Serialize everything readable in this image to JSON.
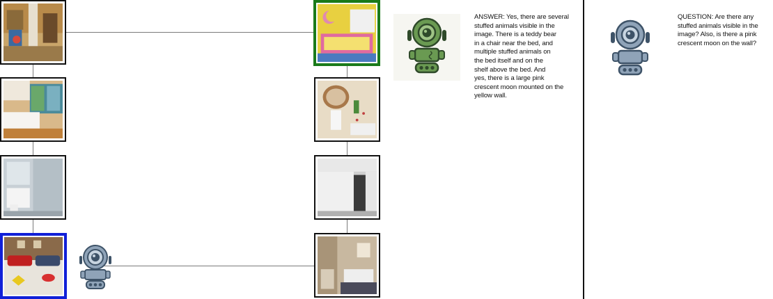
{
  "left_column": {
    "images": [
      {
        "name": "kids-playroom-photo"
      },
      {
        "name": "canopy-bedroom-photo"
      },
      {
        "name": "white-bathroom-photo"
      },
      {
        "name": "garage-cars-photo",
        "selected": "blue"
      }
    ]
  },
  "right_column": {
    "images": [
      {
        "name": "yellow-kids-bedroom-photo",
        "selected": "green"
      },
      {
        "name": "mirror-bathroom-photo"
      },
      {
        "name": "locker-room-photo"
      },
      {
        "name": "tiled-bathroom-photo"
      }
    ]
  },
  "answer_panel": {
    "robot_icon": "green-robot-icon",
    "text": "ANSWER: Yes, there are several stuffed animals visible in the image. There is a teddy bear in a chair near the bed, and multiple stuffed animals on the bed itself and on the shelf above the bed.  And yes, there is a large pink crescent moon mounted on the yellow wall.",
    "lines": [
      "ANSWER: Yes, there are several",
      "stuffed animals visible in the",
      "image. There is a teddy bear",
      "in a chair near the bed, and",
      "multiple stuffed animals on",
      "the bed itself and on the",
      "shelf above the bed.  And",
      "yes, there is a large pink",
      "crescent moon mounted on the",
      "yellow wall."
    ]
  },
  "question_panel": {
    "robot_icon": "blue-robot-icon",
    "lines": [
      "QUESTION: Are there any",
      "stuffed animals visible in the",
      "image? Also, is there a pink",
      "crescent moon on the wall?"
    ]
  },
  "colors": {
    "selected_blue": "#1020d8",
    "selected_green": "#1a7a1a",
    "connector": "#7a7a7a",
    "robot_green": "#6a9a52",
    "robot_blue": "#8fa3b8"
  }
}
